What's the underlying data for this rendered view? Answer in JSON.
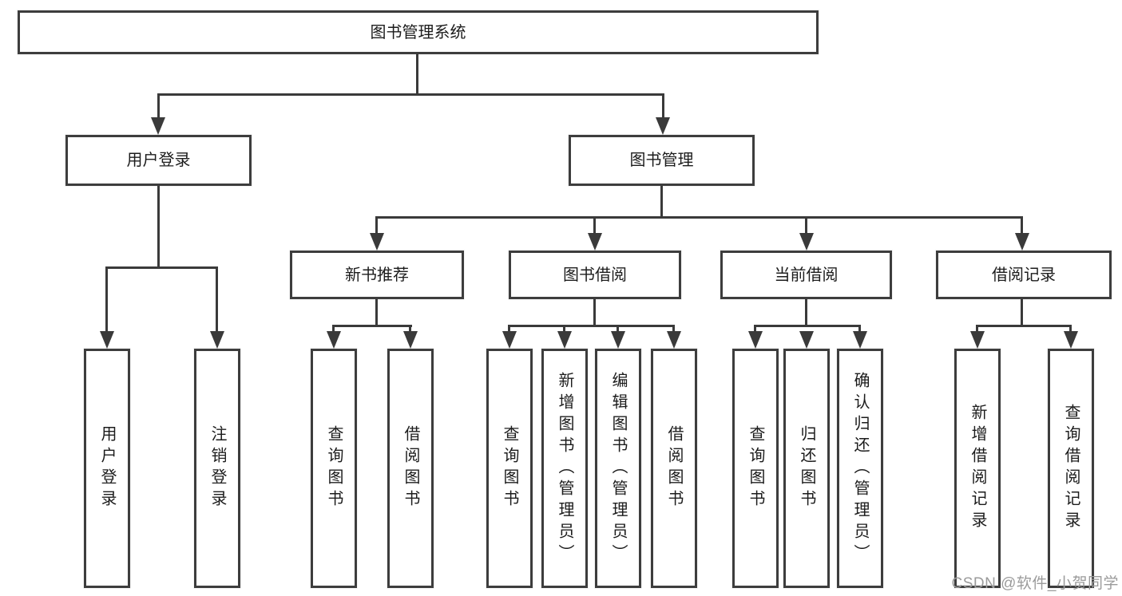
{
  "diagram_type": "tree",
  "tree": {
    "label": "图书管理系统",
    "children": [
      {
        "label": "用户登录",
        "children": [
          {
            "label": "用户登录"
          },
          {
            "label": "注销登录"
          }
        ]
      },
      {
        "label": "图书管理",
        "children": [
          {
            "label": "新书推荐",
            "children": [
              {
                "label": "查询图书"
              },
              {
                "label": "借阅图书"
              }
            ]
          },
          {
            "label": "图书借阅",
            "children": [
              {
                "label": "查询图书"
              },
              {
                "label": "新增图书（管理员）"
              },
              {
                "label": "编辑图书（管理员）"
              },
              {
                "label": "借阅图书"
              }
            ]
          },
          {
            "label": "当前借阅",
            "children": [
              {
                "label": "查询图书"
              },
              {
                "label": "归还图书"
              },
              {
                "label": "确认归还（管理员）"
              }
            ]
          },
          {
            "label": "借阅记录",
            "children": [
              {
                "label": "新增借阅记录"
              },
              {
                "label": "查询借阅记录"
              }
            ]
          }
        ]
      }
    ]
  },
  "watermark": {
    "text": "CSDN @软件_小贺同学"
  },
  "colors": {
    "background": "#ffffff",
    "box_border": "#3d3d3d",
    "connector_line": "#3a3a3a",
    "text": "#1c1c1c",
    "watermark": "#9b9b9b"
  }
}
